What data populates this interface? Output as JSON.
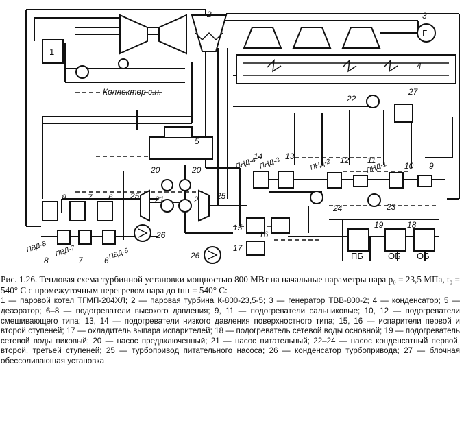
{
  "diagram": {
    "labels": {
      "n1": "1",
      "n2": "2",
      "n3": "3",
      "n4": "4",
      "n5": "5",
      "n6a": "6",
      "n6b": "6",
      "n7a": "7",
      "n7b": "7",
      "n8a": "8",
      "n8b": "8",
      "n9": "9",
      "n10": "10",
      "n11": "11",
      "n12": "12",
      "n13": "13",
      "n14": "14",
      "n15": "15",
      "n16": "16",
      "n17": "17",
      "n18": "18",
      "n19": "19",
      "n20a": "20",
      "n20b": "20",
      "n21a": "21",
      "n21b": "21",
      "n22": "22",
      "n23": "23",
      "n24": "24",
      "n25a": "25",
      "n25b": "25",
      "n26a": "26",
      "n26b": "26",
      "n27": "27",
      "generator": "Г",
      "collector": "Коллектор с.н.",
      "pnd4": "ПНД-4",
      "pnd3": "ПНД-3",
      "pnd2": "ПНД-2",
      "pnd1": "ПНД-1",
      "pvd8": "ПВД-8",
      "pvd7": "ПВД-7",
      "pvd6": "ПВД-6",
      "pb": "ПБ",
      "ob1": "ОБ",
      "ob2": "ОБ"
    }
  },
  "caption": {
    "heading": "Рис. 1.26. Тепловая схема турбинной установки мощностью 800 МВт на начальные параметры пара p₀ = 23,5 МПа, t₀ = 540° С с промежуточным перегревом пара до tпп = 540° С:",
    "legend": "1 — паровой котел ТГМП-204ХЛ; 2 — паровая турбина К-800-23,5-5; 3 — генератор ТВВ-800-2; 4 — конденсатор; 5 — деаэратор; 6–8 — подогреватели высокого давления; 9, 11 — подогреватели сальниковые; 10, 12 — подогреватели смешивающего типа; 13, 14 — подогреватели низкого давления поверхностного типа; 15, 16 — испарители первой и второй ступеней; 17 — охладитель выпара испарителей; 18 — подогреватель сетевой воды основной; 19 — подогреватель сетевой воды пиковый; 20 — насос предвключенный; 21 — насос питательный; 22–24 — насос конденсатный первой, второй, третьей ступеней; 25 — турбопривод питательного насоса; 26 — конденсатор турбопривода; 27 — блочная обессоливающая установка"
  }
}
